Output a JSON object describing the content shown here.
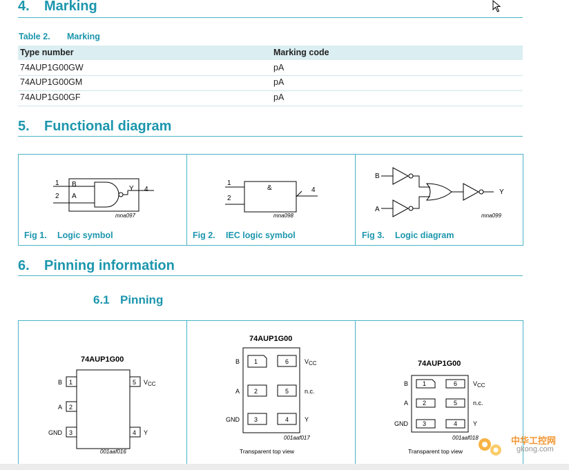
{
  "section4": {
    "num": "4.",
    "title": "Marking"
  },
  "table2": {
    "num": "Table 2.",
    "title": "Marking",
    "headers": [
      "Type number",
      "Marking code"
    ],
    "rows": [
      [
        "74AUP1G00GW",
        "pA"
      ],
      [
        "74AUP1G00GM",
        "pA"
      ],
      [
        "74AUP1G00GF",
        "pA"
      ]
    ]
  },
  "section5": {
    "num": "5.",
    "title": "Functional diagram"
  },
  "figures": [
    {
      "num": "Fig 1.",
      "title": "Logic symbol",
      "code": "mna097",
      "pins": {
        "in1": "1",
        "in2": "2",
        "out": "4",
        "a": "A",
        "b": "B",
        "y": "Y"
      }
    },
    {
      "num": "Fig 2.",
      "title": "IEC logic symbol",
      "code": "mna098",
      "pins": {
        "in1": "1",
        "in2": "2",
        "out": "4",
        "op": "&"
      }
    },
    {
      "num": "Fig 3.",
      "title": "Logic diagram",
      "code": "mna099",
      "pins": {
        "a": "A",
        "b": "B",
        "y": "Y"
      }
    }
  ],
  "section6": {
    "num": "6.",
    "title": "Pinning information"
  },
  "sub61": {
    "num": "6.1",
    "title": "Pinning"
  },
  "pinning": [
    {
      "part": "74AUP1G00",
      "code": "001aaf016",
      "left": [
        {
          "name": "B",
          "pin": "1"
        },
        {
          "name": "A",
          "pin": "2"
        },
        {
          "name": "GND",
          "pin": "3"
        }
      ],
      "right": [
        {
          "name": "VCC",
          "pin": "5"
        },
        {
          "name": "Y",
          "pin": "4"
        }
      ]
    },
    {
      "part": "74AUP1G00",
      "code": "001aaf017",
      "view": "Transparent top view",
      "left": [
        {
          "name": "B",
          "pin": "1"
        },
        {
          "name": "A",
          "pin": "2"
        },
        {
          "name": "GND",
          "pin": "3"
        }
      ],
      "right": [
        {
          "name": "VCC",
          "pin": "6"
        },
        {
          "name": "n.c.",
          "pin": "5"
        },
        {
          "name": "Y",
          "pin": "4"
        }
      ]
    },
    {
      "part": "74AUP1G00",
      "code": "001aaf018",
      "view": "Transparent top view",
      "left": [
        {
          "name": "B",
          "pin": "1"
        },
        {
          "name": "A",
          "pin": "2"
        },
        {
          "name": "GND",
          "pin": "3"
        }
      ],
      "right": [
        {
          "name": "VCC",
          "pin": "6"
        },
        {
          "name": "n.c.",
          "pin": "5"
        },
        {
          "name": "Y",
          "pin": "4"
        }
      ]
    }
  ],
  "watermark": {
    "text": "中华工控网",
    "url": "gkong.com"
  },
  "colors": {
    "accent": "#1c96ad",
    "rule": "#47b3c6",
    "table_header": "#dbeef2"
  }
}
